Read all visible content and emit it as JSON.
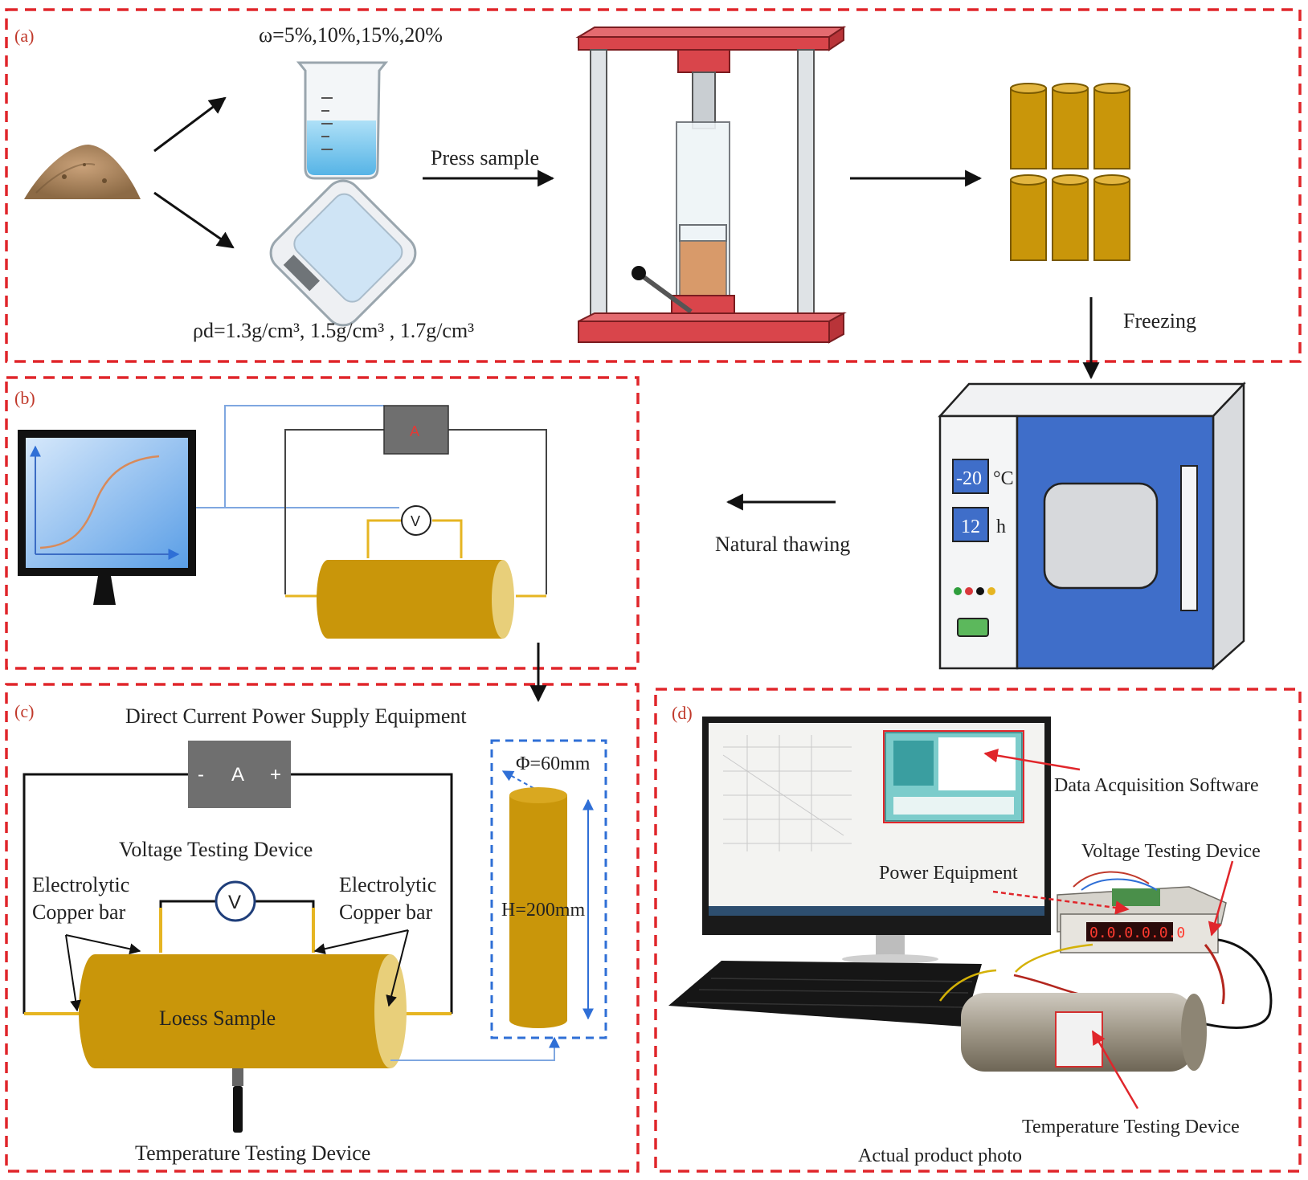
{
  "panels": {
    "a": {
      "letter": "(a)",
      "water_content": "ω=5%,10%,15%,20%",
      "dry_density": "ρd=1.3g/cm³, 1.5g/cm³ , 1.7g/cm³",
      "press_sample": "Press sample",
      "freezing": "Freezing"
    },
    "freezer": {
      "temperature": "-20",
      "temp_unit": "°C",
      "duration": "12",
      "duration_unit": "h",
      "natural_thawing": "Natural thawing"
    },
    "b": {
      "letter": "(b)",
      "ammeter": "A",
      "voltmeter": "V"
    },
    "c": {
      "letter": "(c)",
      "dc_power": "Direct Current Power Supply Equipment",
      "ammeter_minus": "-",
      "ammeter_label": "A",
      "ammeter_plus": "+",
      "voltage_device": "Voltage Testing Device",
      "voltmeter": "V",
      "copper_left_1": "Electrolytic",
      "copper_left_2": "Copper bar",
      "copper_right_1": "Electrolytic",
      "copper_right_2": "Copper bar",
      "loess_sample": "Loess Sample",
      "temperature_device": "Temperature Testing Device",
      "diameter": "Φ=60mm",
      "height": "H=200mm"
    },
    "d": {
      "letter": "(d)",
      "data_software": "Data Acquisition Software",
      "voltage_device": "Voltage Testing Device",
      "power_equipment": "Power Equipment",
      "temperature_device": "Temperature Testing Device",
      "caption": "Actual product photo",
      "meter_readout": "0.0.0.0.0.0"
    }
  },
  "colors": {
    "frame_red": "#e0262b",
    "press_red": "#d9454b",
    "sample_gold": "#c9960a",
    "freezer_blue": "#3f6ec9",
    "dashed_blue": "#2f6fd6"
  }
}
